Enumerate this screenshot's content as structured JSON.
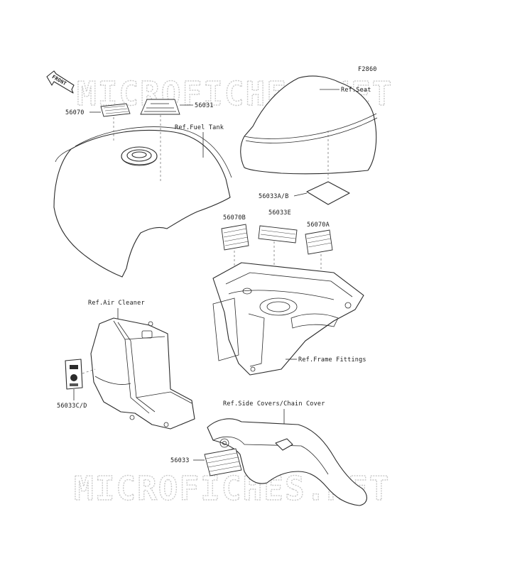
{
  "diagram": {
    "figure_code": "F2860",
    "front_arrow_text": "FRONT",
    "watermarks": [
      "MICROFICHES.NET",
      "MICROFICHES.NET"
    ],
    "labels": {
      "p56070": "56070",
      "p56031": "56031",
      "ref_fuel_tank": "Ref.Fuel Tank",
      "ref_seat": "Ref.Seat",
      "p56033ab": "56033A/B",
      "p56070b": "56070B",
      "p56033e": "56033E",
      "p56070a": "56070A",
      "ref_air_cleaner": "Ref.Air Cleaner",
      "p56033cd": "56033C/D",
      "ref_frame_fittings": "Ref.Frame Fittings",
      "ref_side_covers": "Ref.Side Covers/Chain Cover",
      "p56033": "56033"
    }
  }
}
